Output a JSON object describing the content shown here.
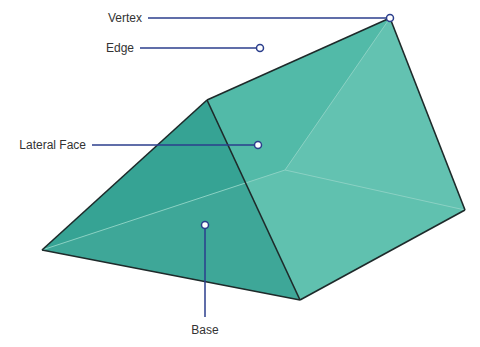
{
  "diagram": {
    "labels": [
      "Vertex",
      "Edge",
      "Lateral Face",
      "Base"
    ]
  }
}
